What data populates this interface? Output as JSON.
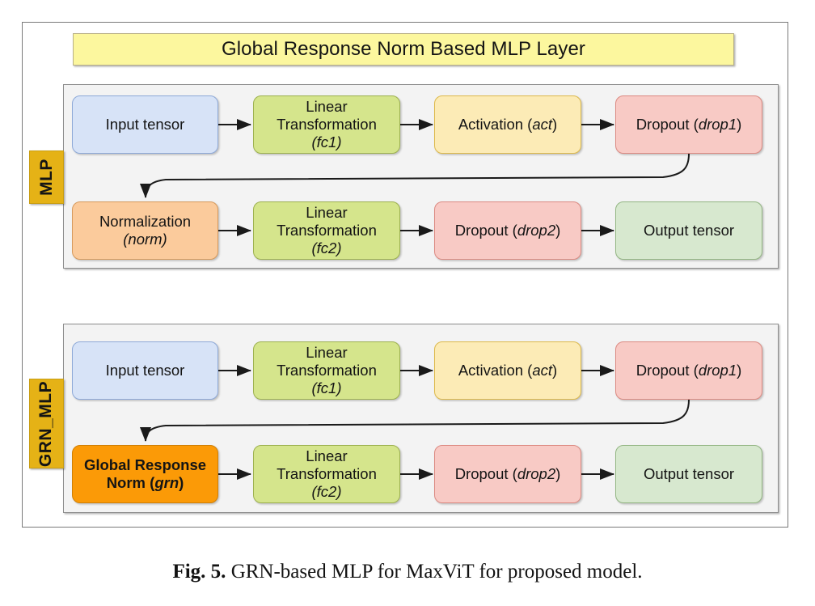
{
  "figure": {
    "title": "Global Response Norm Based MLP Layer",
    "caption_label": "Fig. 5.",
    "caption_text": "GRN-based MLP for MaxViT for proposed model."
  },
  "colors": {
    "title_banner": "#FCF79E",
    "group_tab": "#E5B216",
    "panel": "#f3f3f3",
    "input": "#d7e3f7",
    "linear": "#d5e58c",
    "activation": "#fcebb6",
    "dropout": "#f8cac5",
    "normalization": "#fbcb9c",
    "grn": "#FB9A07",
    "output": "#d7e8cf"
  },
  "groups": [
    {
      "tab_label": "MLP",
      "nodes": {
        "input": {
          "line1": "Input tensor"
        },
        "fc1": {
          "line1": "Linear",
          "line2": "Transformation",
          "sub": "(fc1)"
        },
        "act": {
          "line1": "Activation (",
          "sub": "act",
          "line2": ")"
        },
        "drop1": {
          "line1": "Dropout (",
          "sub": "drop1",
          "line2": ")"
        },
        "norm": {
          "line1": "Normalization",
          "sub": "(norm)"
        },
        "fc2": {
          "line1": "Linear",
          "line2": "Transformation",
          "sub": "(fc2)"
        },
        "drop2": {
          "line1": "Dropout (",
          "sub": "drop2",
          "line2": ")"
        },
        "output": {
          "line1": "Output tensor"
        }
      }
    },
    {
      "tab_label": "GRN_MLP",
      "nodes": {
        "input": {
          "line1": "Input tensor"
        },
        "fc1": {
          "line1": "Linear",
          "line2": "Transformation",
          "sub": "(fc1)"
        },
        "act": {
          "line1": "Activation (",
          "sub": "act",
          "line2": ")"
        },
        "drop1": {
          "line1": "Dropout (",
          "sub": "drop1",
          "line2": ")"
        },
        "grn": {
          "line1": "Global Response",
          "line2": "Norm (",
          "sub": "grn",
          "line3": ")"
        },
        "fc2": {
          "line1": "Linear",
          "line2": "Transformation",
          "sub": "(fc2)"
        },
        "drop2": {
          "line1": "Dropout (",
          "sub": "drop2",
          "line2": ")"
        },
        "output": {
          "line1": "Output tensor"
        }
      }
    }
  ]
}
